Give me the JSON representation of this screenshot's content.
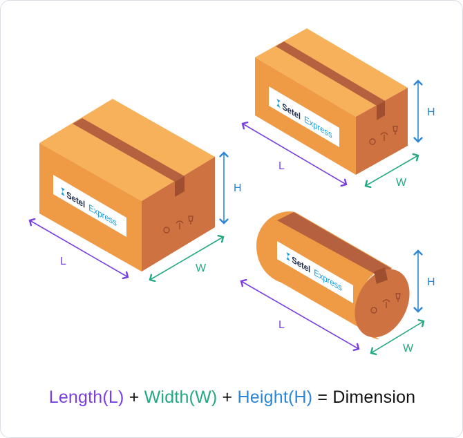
{
  "labels": {
    "length": "L",
    "width": "W",
    "height": "H"
  },
  "brand": {
    "part1": "Setel",
    "part2": "Express"
  },
  "formula": {
    "length": "Length(L)",
    "plus1": " + ",
    "width": "Width(W)",
    "plus2": " + ",
    "height": "Height(H)",
    "equals": " = Dimension"
  },
  "colors": {
    "length": "#7a3fe0",
    "width": "#23a883",
    "height": "#2a86d9",
    "box_top": "#f7b15a",
    "box_front": "#ef9a45",
    "box_side": "#cf7242",
    "tape": "#b5613f"
  },
  "icons": [
    "recycle-icon",
    "umbrella-icon",
    "fragile-glass-icon"
  ]
}
